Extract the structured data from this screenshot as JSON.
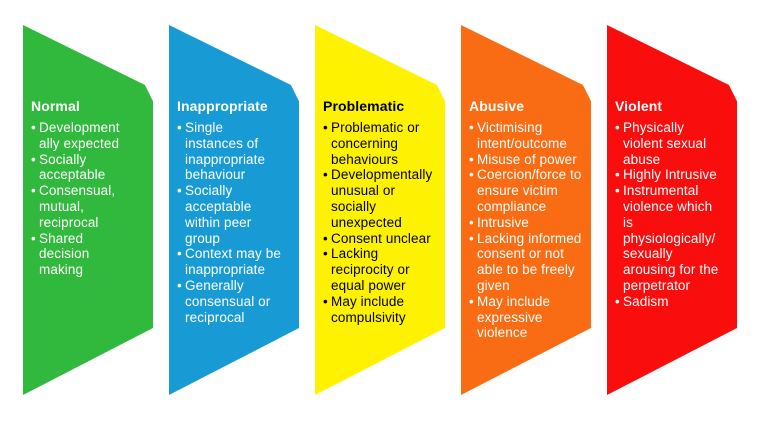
{
  "stages": [
    {
      "label": "Normal",
      "color": "#31B93D",
      "text_color": "#FFFFFF",
      "bullets": [
        "Development\nally expected",
        "Socially\nacceptable",
        "Consensual,\nmutual,\nreciprocal",
        "Shared\ndecision\nmaking"
      ]
    },
    {
      "label": "Inappropriate",
      "color": "#189BD4",
      "text_color": "#FFFFFF",
      "bullets": [
        "Single\ninstances of\ninappropriate\nbehaviour",
        "Socially\nacceptable\nwithin peer\ngroup",
        "Context may be\ninappropriate",
        "Generally\nconsensual or\nreciprocal"
      ]
    },
    {
      "label": "Problematic",
      "color": "#FFF200",
      "text_color": "#000000",
      "bullets": [
        "Problematic or\nconcerning\nbehaviours",
        "Developmentally\nunusual or\nsocially\nunexpected",
        "Consent unclear",
        "Lacking\nreciprocity or\nequal power",
        "May include\ncompulsivity"
      ]
    },
    {
      "label": "Abusive",
      "color": "#F96C13",
      "text_color": "#FFFFFF",
      "bullets": [
        "Victimising\nintent/outcome",
        "Misuse of power",
        "Coercion/force to\nensure victim\ncompliance",
        "Intrusive",
        "Lacking informed\nconsent or not\nable to be freely\ngiven",
        "May include\nexpressive\nviolence"
      ]
    },
    {
      "label": "Violent",
      "color": "#FA0D0D",
      "text_color": "#FFFFFF",
      "bullets": [
        "Physically\nviolent sexual\nabuse",
        "Highly Intrusive",
        "Instrumental\nviolence which\nis\nphysiologically/\nsexually\narousing for the\nperpetrator",
        "Sadism"
      ]
    }
  ]
}
